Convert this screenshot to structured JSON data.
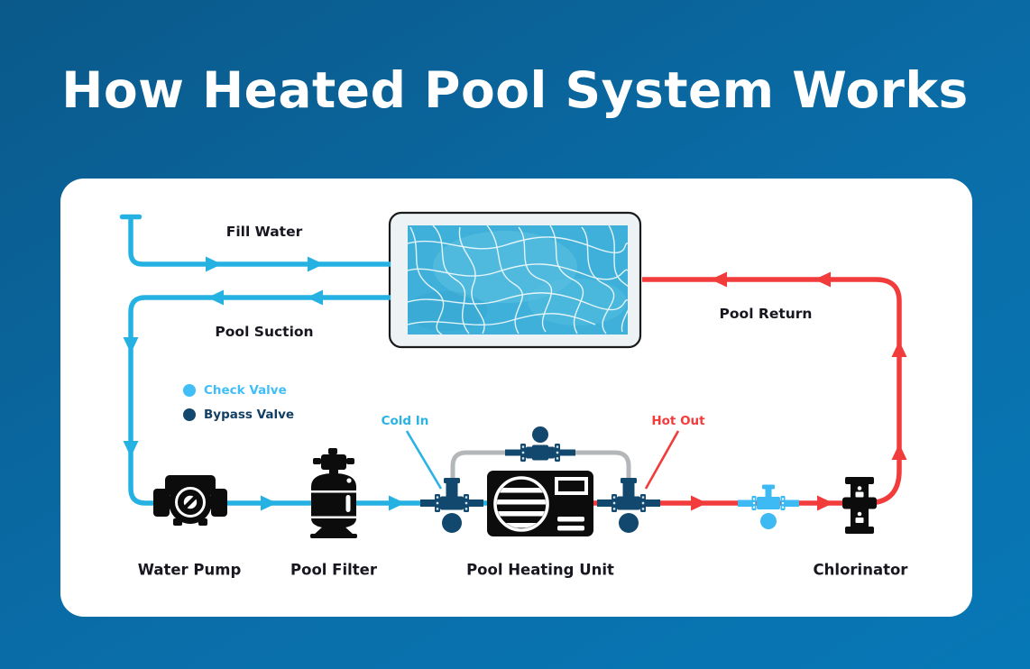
{
  "title": "How Heated Pool System Works",
  "diagram": {
    "flow_labels": {
      "fill_water": "Fill Water",
      "pool_suction": "Pool Suction",
      "pool_return": "Pool Return",
      "cold_in": "Cold In",
      "hot_out": "Hot Out"
    },
    "legend": {
      "items": [
        {
          "label": "Check Valve",
          "color": "#41bdf7"
        },
        {
          "label": "Bypass Valve",
          "color": "#12486d"
        }
      ]
    },
    "components": [
      {
        "label": "Water Pump"
      },
      {
        "label": "Pool Filter"
      },
      {
        "label": "Pool Heating Unit"
      },
      {
        "label": "Chlorinator"
      }
    ],
    "colors": {
      "cold_pipe": "#25b2e3",
      "hot_pipe": "#f23c3c",
      "bypass_pipe_gray": "#b4b7b9",
      "valve_navy": "#12486d",
      "check_valve_blue": "#3db9f3",
      "pool_water": "#3fb0d9",
      "background_top": "#0a598a",
      "background_bottom": "#0778b6",
      "card": "#ffffff"
    }
  }
}
